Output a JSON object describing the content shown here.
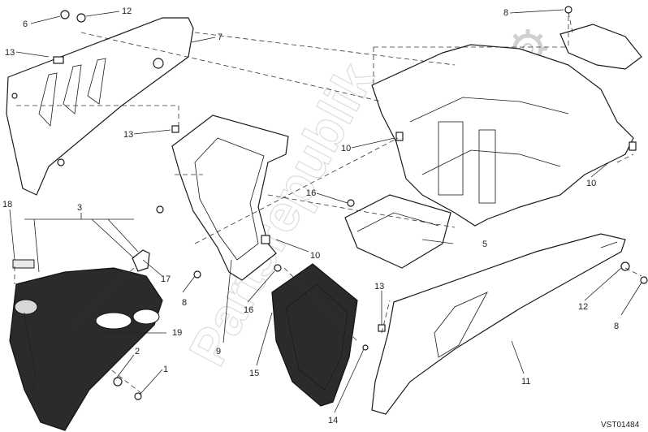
{
  "drawing_ref": "VST01484",
  "watermark": {
    "text": "Partsrepublik"
  },
  "callouts": {
    "c6": "6",
    "c12_top": "12",
    "c13_tl": "13",
    "c7": "7",
    "c8_top": "8",
    "c13_mid": "13",
    "c10_a": "10",
    "c16_a": "16",
    "c10_b": "10",
    "c18": "18",
    "c3": "3",
    "c5": "5",
    "c10_c": "10",
    "c17": "17",
    "c8_mid": "8",
    "c16_b": "16",
    "c9": "9",
    "c13_low": "13",
    "c12_right": "12",
    "c8_right": "8",
    "c19": "19",
    "c2": "2",
    "c1": "1",
    "c4": "4",
    "c15": "15",
    "c14": "14",
    "c11": "11"
  }
}
